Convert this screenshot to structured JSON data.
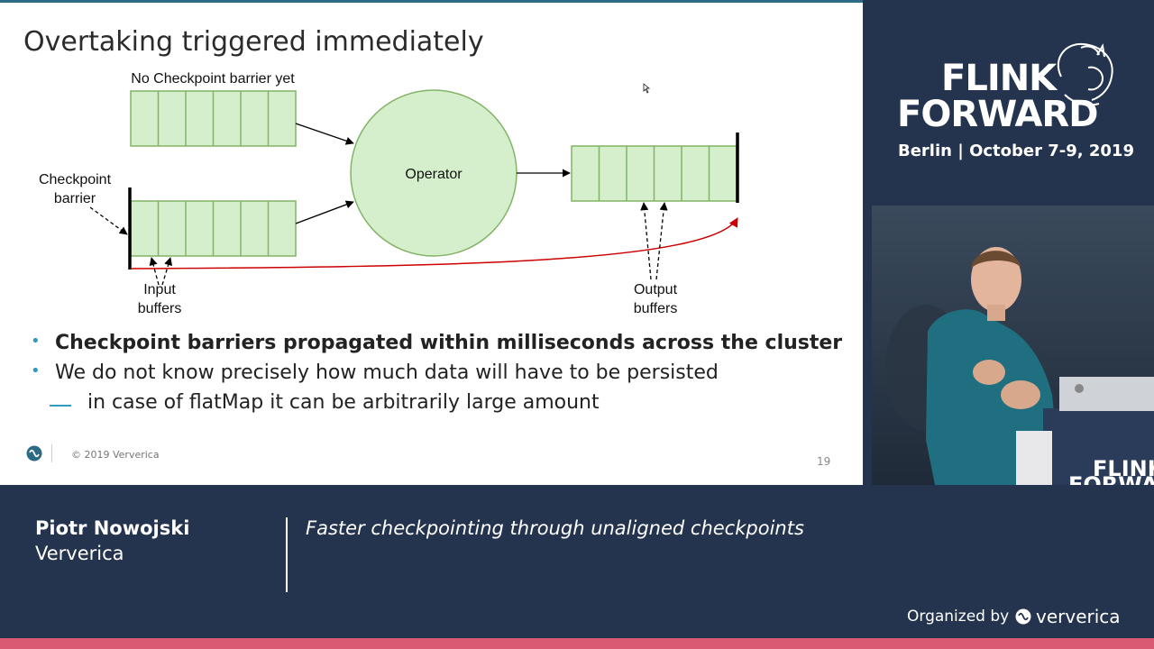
{
  "slide": {
    "title": "Overtaking triggered immediately",
    "diagram": {
      "label_no_barrier": "No Checkpoint barrier yet",
      "label_checkpoint_barrier_l1": "Checkpoint",
      "label_checkpoint_barrier_l2": "barrier",
      "operator": "Operator",
      "label_input_l1": "Input",
      "label_input_l2": "buffers",
      "label_output_l1": "Output",
      "label_output_l2": "buffers"
    },
    "bullets": [
      "Checkpoint barriers propagated within milliseconds across the cluster",
      "We do not know precisely how much data will have to be persisted"
    ],
    "sub_bullet": "in case of flatMap it can be arbitrarily large amount",
    "footer": {
      "copyright": "© 2019 Ververica",
      "page": "19"
    }
  },
  "brand": {
    "line1": "FLINK",
    "line2": "FORWARD",
    "event": "Berlin | October 7-9, 2019"
  },
  "podium_text": {
    "l1": "FLINK",
    "l2": "FORWARD"
  },
  "lower_third": {
    "speaker": "Piotr Nowojski",
    "company": "Ververica",
    "talk_title": "Faster checkpointing through unaligned checkpoints",
    "organized_by": "Organized by",
    "organizer": "ververica"
  },
  "colors": {
    "navy": "#24344e",
    "accent_pink": "#d95a72",
    "buffer_fill": "#d5efcc",
    "buffer_stroke": "#82b366",
    "barrier_arrow": "#cc0000",
    "bullet_blue": "#2f9bc0"
  }
}
